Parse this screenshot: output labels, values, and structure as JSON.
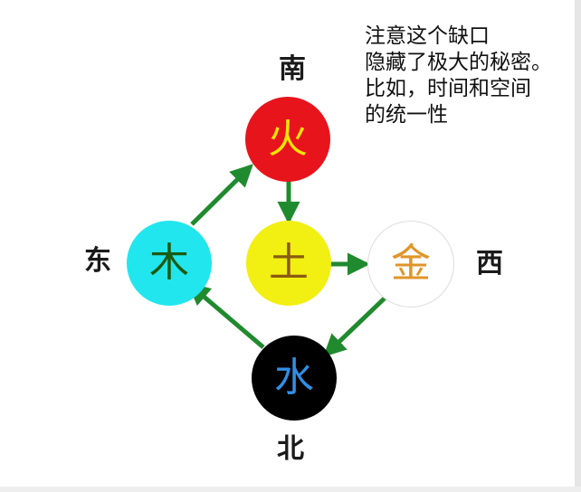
{
  "note": {
    "lines": [
      "注意这个缺口",
      "隐藏了极大的秘密。",
      "比如，时间和空间",
      "的统一性"
    ]
  },
  "directions": {
    "south": "南",
    "east": "东",
    "west": "西",
    "north": "北"
  },
  "nodes": {
    "fire": {
      "label": "火",
      "fill": "#e8141c",
      "text_color": "#f5e400"
    },
    "wood": {
      "label": "木",
      "fill": "#22e6ee",
      "text_color": "#1a5a12"
    },
    "earth": {
      "label": "土",
      "fill": "#f2ef12",
      "text_color": "#8a5a10"
    },
    "metal": {
      "label": "金",
      "fill": "#ffffff",
      "text_color": "#e0952a"
    },
    "water": {
      "label": "水",
      "fill": "#000000",
      "text_color": "#2f8fe8"
    }
  },
  "colors": {
    "arrow": "#1f8a2e"
  }
}
